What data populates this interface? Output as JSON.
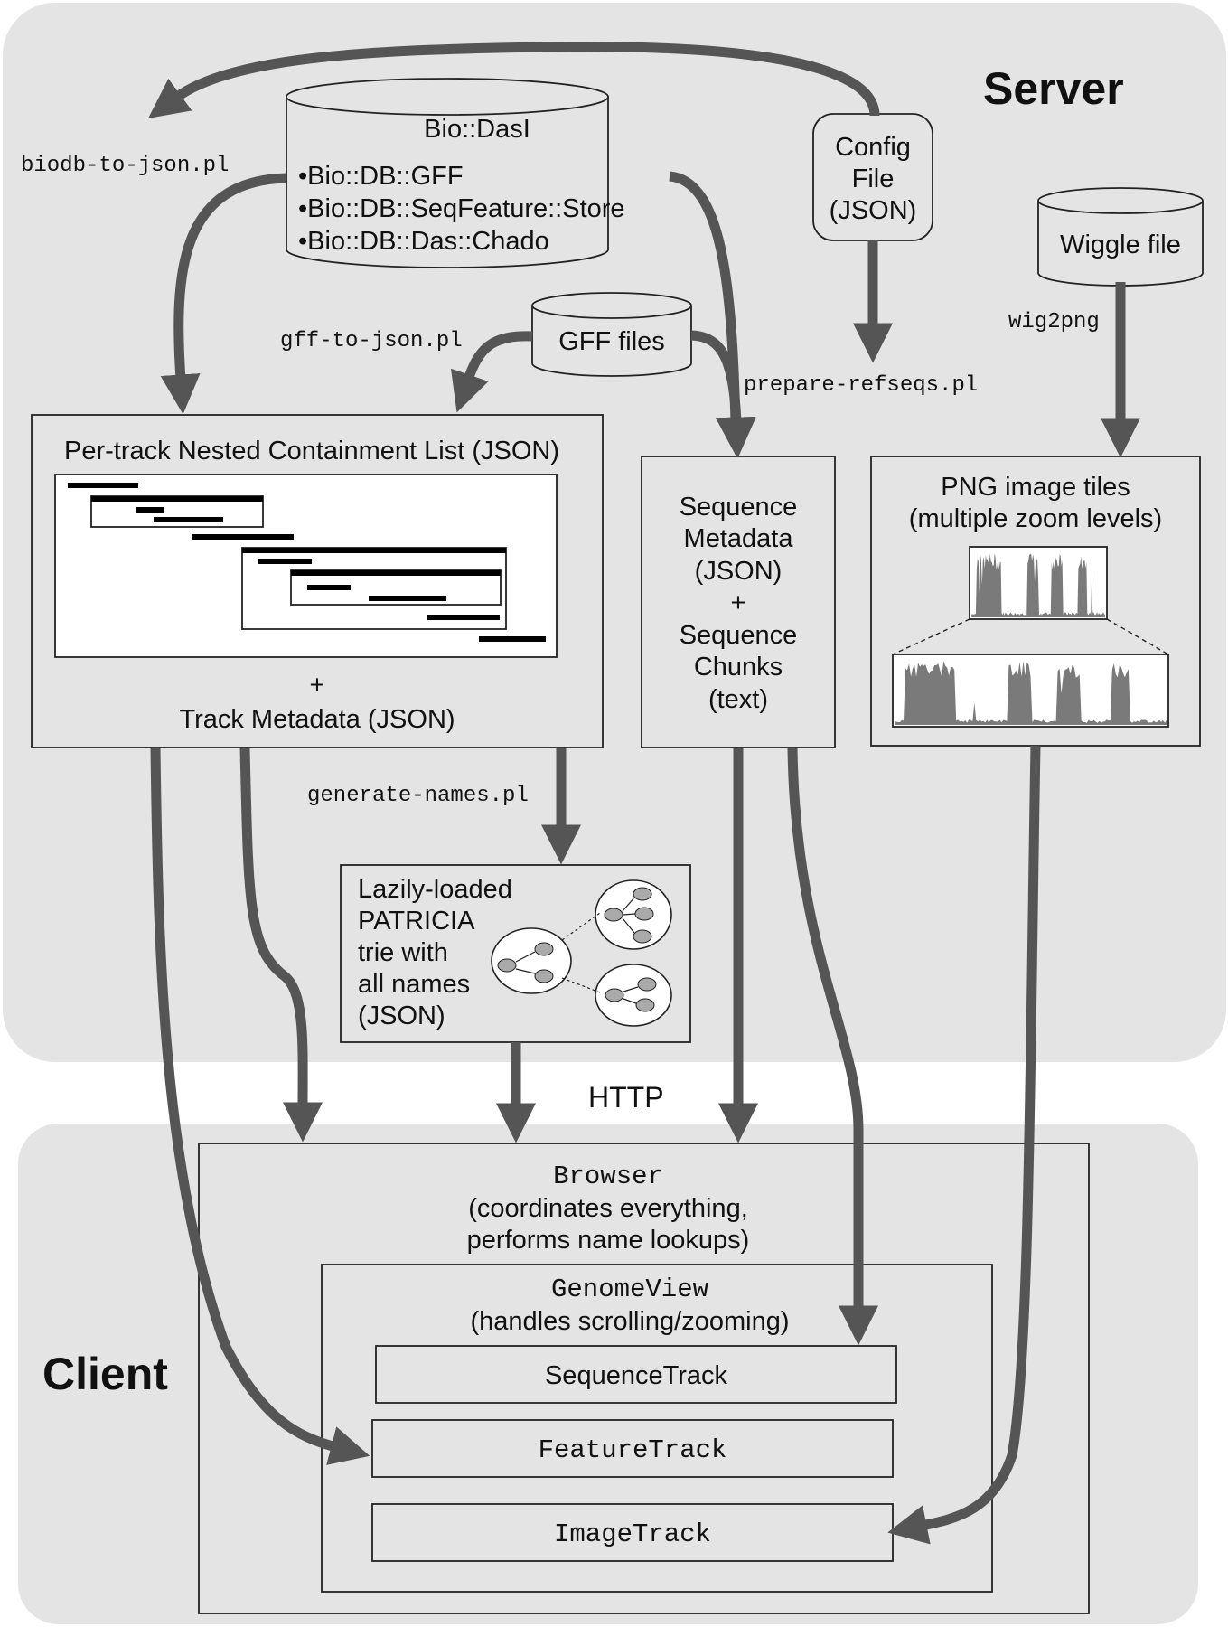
{
  "regions": {
    "server_label": "Server",
    "client_label": "Client",
    "http_label": "HTTP"
  },
  "sources": {
    "biodas": {
      "title": "Bio::DasI",
      "items": [
        "•Bio::DB::GFF",
        "•Bio::DB::SeqFeature::Store",
        "•Bio::DB::Das::Chado"
      ]
    },
    "config": {
      "lines": [
        "Config",
        "File",
        "(JSON)"
      ]
    },
    "gff": {
      "label": "GFF files"
    },
    "wiggle": {
      "label": "Wiggle file"
    }
  },
  "scripts": {
    "biodb_to_json": "biodb-to-json.pl",
    "gff_to_json": "gff-to-json.pl",
    "prepare_refseqs": "prepare-refseqs.pl",
    "wig2png": "wig2png",
    "generate_names": "generate-names.pl"
  },
  "server_boxes": {
    "nclist": {
      "title": "Per-track Nested Containment List (JSON)",
      "plus": "+",
      "subtitle": "Track Metadata (JSON)"
    },
    "sequence": {
      "lines": [
        "Sequence",
        "Metadata",
        "(JSON)",
        "+",
        "Sequence",
        "Chunks",
        "(text)"
      ]
    },
    "png": {
      "lines": [
        "PNG image tiles",
        "(multiple zoom levels)"
      ]
    },
    "names": {
      "lines": [
        "Lazily-loaded",
        "PATRICIA",
        "trie with",
        "all names",
        "(JSON)"
      ]
    }
  },
  "client": {
    "browser": {
      "name": "Browser",
      "desc": [
        "(coordinates everything,",
        "performs name lookups)"
      ]
    },
    "genomeview": {
      "name": "GenomeView",
      "desc": "(handles scrolling/zooming)"
    },
    "tracks": {
      "sequence": "SequenceTrack",
      "feature": "FeatureTrack",
      "image": "ImageTrack"
    }
  },
  "colors": {
    "region_fill": "#e4e4e4",
    "arrow": "#555555",
    "outline": "#222222"
  }
}
